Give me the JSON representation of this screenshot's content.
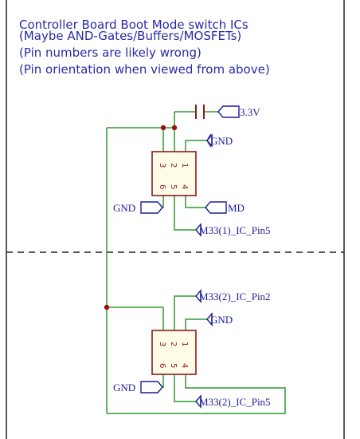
{
  "comments": [
    "Controller Board Boot Mode switch ICs",
    "(Maybe AND-Gates/Buffers/MOSFETs)",
    "(Pin numbers are likely wrong)",
    "(Pin orientation when viewed from above)"
  ],
  "power_label": "3.3V",
  "ic_top": {
    "pins_top": [
      "3",
      "2",
      "1"
    ],
    "pins_bottom": [
      "6",
      "5",
      "4"
    ],
    "gnd_right": "GND",
    "gnd_left": "GND",
    "md": "MD",
    "pin5_net": "M33(1)_IC_Pin5"
  },
  "ic_bottom": {
    "pins_top": [
      "3",
      "2",
      "1"
    ],
    "pins_bottom": [
      "6",
      "5",
      "4"
    ],
    "pin2_net": "M33(2)_IC_Pin2",
    "gnd_right": "GND",
    "gnd_left": "GND",
    "pin5_net": "M33(2)_IC_Pin5"
  },
  "colors": {
    "wire": "#2e9a2e",
    "body": "#8b1a1a",
    "body_fill": "#fffde8",
    "junction": "#a01010",
    "frame": "#222222",
    "label": "#1c1c98"
  }
}
